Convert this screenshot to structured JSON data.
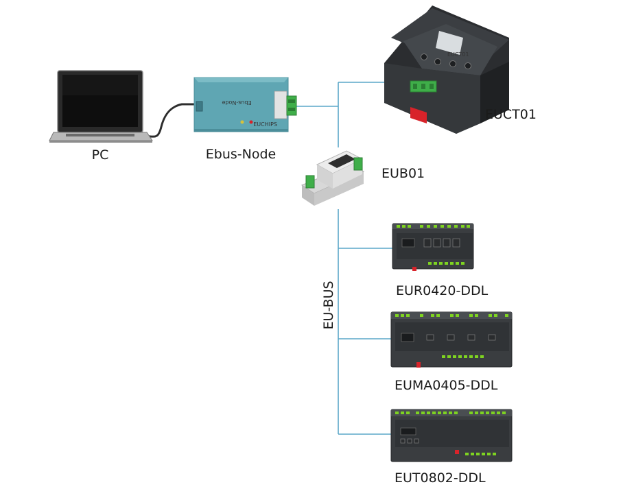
{
  "labels": {
    "pc": "PC",
    "node": "Ebus-Node",
    "euct": "EUCT01",
    "eub": "EUB01",
    "bus": "EU-BUS",
    "eur": "EUR0420-DDL",
    "euma": "EUMA0405-DDL",
    "eut": "EUT0802-DDL"
  },
  "device_text": {
    "node_brand": "EUCHIPS",
    "node_face": "Ebus-Node",
    "euct_face": "EUCT01"
  },
  "colors": {
    "bus_line": "#5aa7c8",
    "node_body": "#5fa6b3",
    "terminal_green": "#3fae49",
    "module_dark": "#3a3d40",
    "led_green": "#7ed321",
    "red_clip": "#d8232a"
  }
}
